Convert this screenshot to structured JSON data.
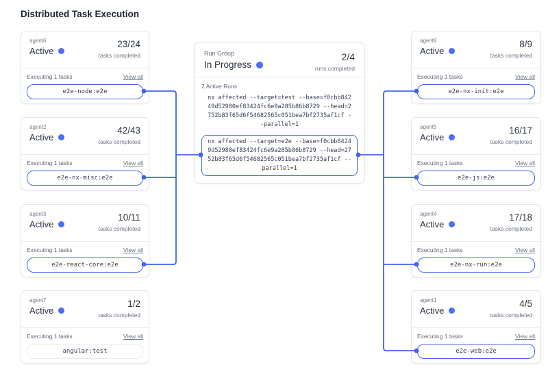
{
  "title": "Distributed Task Execution",
  "colors": {
    "accent_blue": "#4263eb",
    "status_dot_blue": "#4c6ef5"
  },
  "labels": {
    "tasks_completed": "tasks completed",
    "executing": "Executing 1 tasks",
    "view_all": "View all",
    "runs_completed": "runs completed",
    "active_runs": "2 Active Runs"
  },
  "left_agents": [
    {
      "name": "agent6",
      "status": "Active",
      "completed": "23/24",
      "task": "e2e-node:e2e"
    },
    {
      "name": "agent2",
      "status": "Active",
      "completed": "42/43",
      "task": "e2e-nx-misc:e2e"
    },
    {
      "name": "agent3",
      "status": "Active",
      "completed": "10/11",
      "task": "e2e-react-core:e2e"
    },
    {
      "name": "agent7",
      "status": "Active",
      "completed": "1/2",
      "task": "angular:test"
    }
  ],
  "right_agents": [
    {
      "name": "agent8",
      "status": "Active",
      "completed": "8/9",
      "task": "e2e-nx-init:e2e"
    },
    {
      "name": "agent5",
      "status": "Active",
      "completed": "16/17",
      "task": "e2e-js:e2e"
    },
    {
      "name": "agent4",
      "status": "Active",
      "completed": "17/18",
      "task": "e2e-nx-run:e2e"
    },
    {
      "name": "agent1",
      "status": "Active",
      "completed": "4/5",
      "task": "e2e-web:e2e"
    }
  ],
  "run_group": {
    "label": "Run Group",
    "status": "In Progress",
    "completed": "2/4",
    "commands": [
      {
        "text": "nx affected --target=test --base=f0cbb84249d52980ef83424fc6e9a285b86b8729 --head=2752b83f65d6f54682565c051bea7bf2735af1cf --parallel=1"
      },
      {
        "text": "nx affected --target=e2e --base=f0cbb84249d52980ef83424fc6e9a285b86b8729 --head=2752b83f65d6f54682565c051bea7bf2735af1cf --parallel=1"
      }
    ]
  }
}
